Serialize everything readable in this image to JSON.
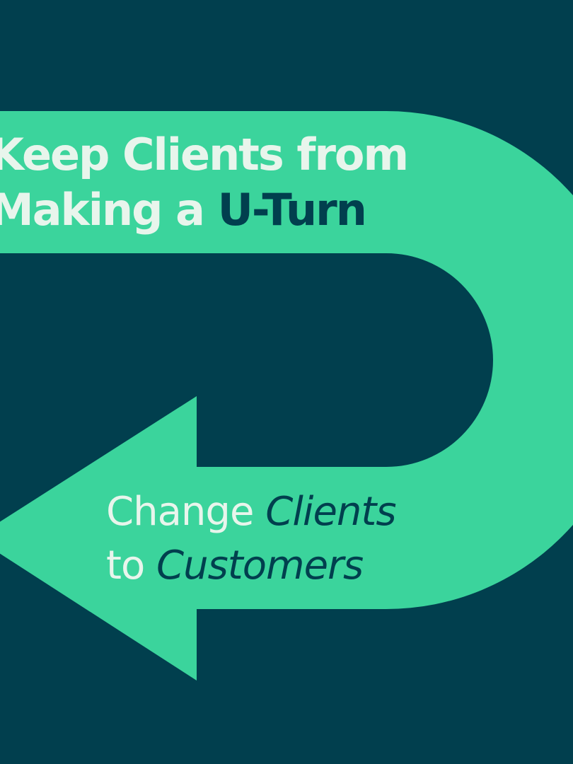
{
  "colors": {
    "background": "#013f4e",
    "arrow": "#3bd49c",
    "light_text": "#e8f5ec",
    "dark_text": "#013f4e"
  },
  "headline": {
    "line1": "Keep Clients from",
    "line2_prefix": "Making a",
    "line2_accent": "U-Turn"
  },
  "subline": {
    "line1_prefix": "Change",
    "line1_italic": "Clients",
    "line2_prefix": "to",
    "line2_italic": "Customers"
  },
  "graphic": {
    "icon": "u-turn-arrow-icon"
  }
}
